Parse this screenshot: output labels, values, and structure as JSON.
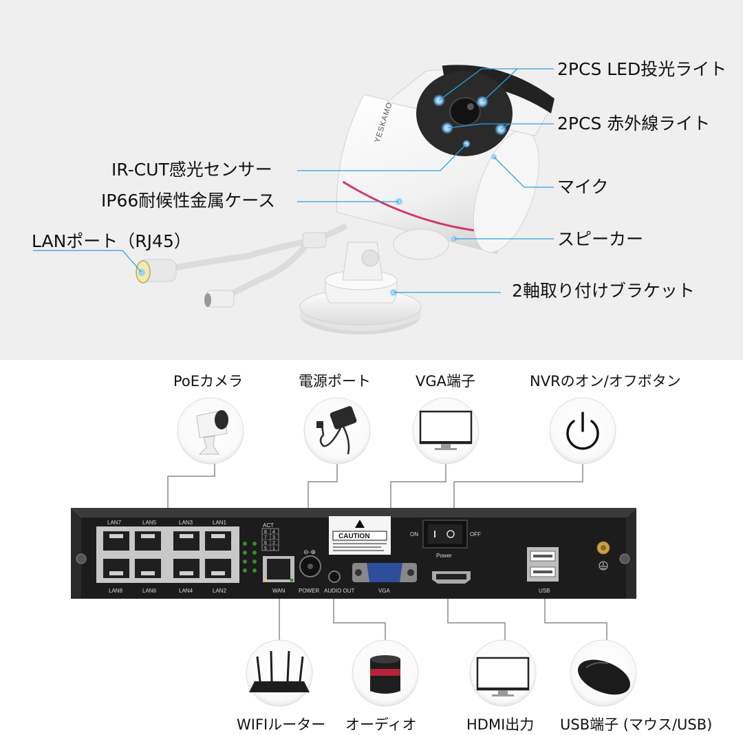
{
  "camera_callouts": {
    "led_light": "2PCS LED投光ライト",
    "ir_light": "2PCS 赤外線ライト",
    "ir_cut_sensor": "IR-CUT感光センサー",
    "mic": "マイク",
    "case": "IP66耐候性金属ケース",
    "lan_port": "LANポート（RJ45）",
    "speaker": "スピーカー",
    "bracket": "2軸取り付けブラケット",
    "brand": "YESKAMO"
  },
  "nvr_top_labels": {
    "poe_camera": "PoEカメラ",
    "power_port": "電源ポート",
    "vga_port": "VGA端子",
    "power_button": "NVRのオン/オフボタン"
  },
  "nvr_bottom_labels": {
    "wifi_router": "WIFIルーター",
    "audio": "オーディオ",
    "hdmi_out": "HDMI出力",
    "usb_port": "USB端子 (マウス/USB)"
  },
  "nvr_panel": {
    "lan_top": [
      "LAN7",
      "LAN5",
      "LAN3",
      "LAN1"
    ],
    "lan_bottom": [
      "LAN8",
      "LAN6",
      "LAN4",
      "LAN2"
    ],
    "act_header": "ACT",
    "act_grid": [
      "8",
      "4",
      "7",
      "3",
      "6",
      "2",
      "5",
      "1"
    ],
    "wan": "WAN",
    "power": "POWER",
    "audio_out": "AUDIO OUT",
    "vga": "VGA",
    "caution": "CAUTION",
    "switch_on": "ON",
    "switch_off": "OFF",
    "switch_label": "Power",
    "usb": "USB"
  },
  "colors": {
    "callout_line": "#2f9fe0",
    "top_background": "#efefef",
    "nvr_body": "#1c1c1c",
    "connector_line": "#8a8a8a"
  }
}
